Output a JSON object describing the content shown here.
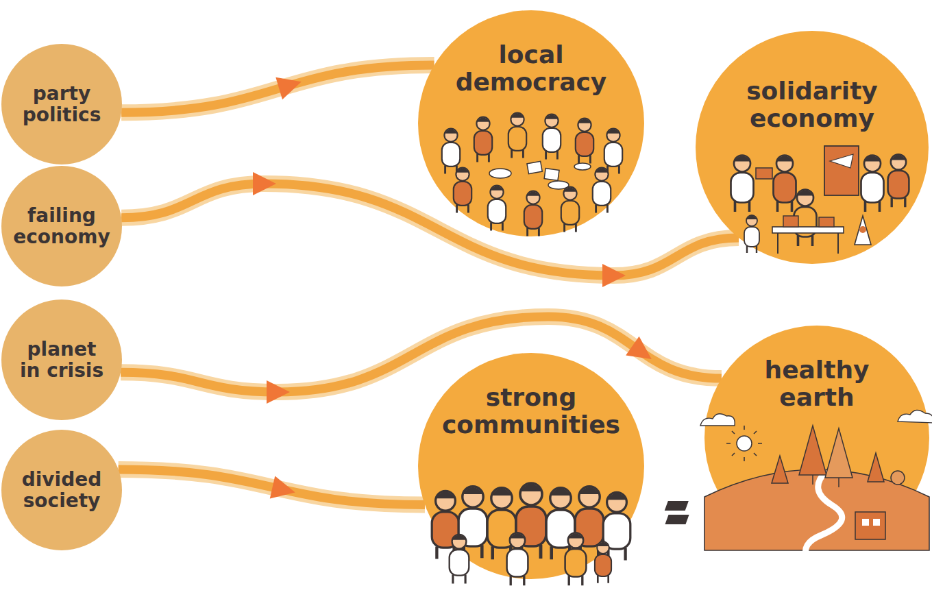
{
  "diagram": {
    "nodes": [
      {
        "text": [
          "party politics"
        ]
      },
      {
        "text": [
          "failing economy"
        ]
      },
      {
        "text": [
          "planet in crisis"
        ]
      },
      {
        "text": [
          "divided society"
        ]
      },
      {
        "text": [
          "local democracy"
        ]
      },
      {
        "text": [
          "solidarity economy"
        ]
      },
      {
        "text": [
          "strong communities"
        ]
      },
      {
        "text": [
          "healthy earth"
        ]
      }
    ],
    "edges": [
      {
        "from": 0,
        "to": 4,
        "arrow": "to"
      },
      {
        "from": 1,
        "to": 5,
        "arrow": "to"
      },
      {
        "from": 2,
        "to": 7,
        "arrow": "to"
      },
      {
        "from": 3,
        "to": 6,
        "arrow": "to"
      }
    ]
  }
}
